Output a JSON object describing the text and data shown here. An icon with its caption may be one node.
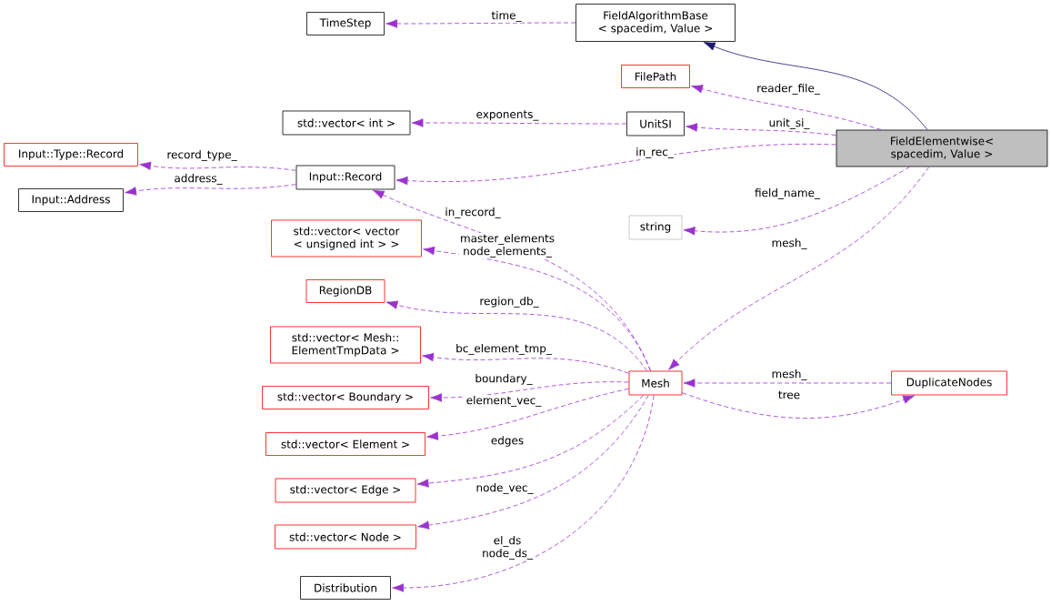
{
  "diagram": {
    "nodes": [
      {
        "text": [
          "FieldElementwise< spacedim, Value >"
        ]
      },
      {
        "text": [
          "FieldAlgorithmBase < spacedim, Value >"
        ]
      },
      {
        "text": [
          "TimeStep"
        ]
      },
      {
        "text": [
          "FilePath"
        ]
      },
      {
        "text": [
          "std::vector< int >"
        ]
      },
      {
        "text": [
          "UnitSI"
        ]
      },
      {
        "text": [
          "Input::Type::Record"
        ]
      },
      {
        "text": [
          "Input::Record"
        ]
      },
      {
        "text": [
          "Input::Address"
        ]
      },
      {
        "text": [
          "string"
        ]
      },
      {
        "text": [
          "std::vector< vector < unsigned int > >"
        ]
      },
      {
        "text": [
          "RegionDB"
        ]
      },
      {
        "text": [
          "std::vector< Mesh:: ElementTmpData >"
        ]
      },
      {
        "text": [
          "std::vector< Boundary >"
        ]
      },
      {
        "text": [
          "std::vector< Element >"
        ]
      },
      {
        "text": [
          "std::vector< Edge >"
        ]
      },
      {
        "text": [
          "std::vector< Node >"
        ]
      },
      {
        "text": [
          "Distribution"
        ]
      },
      {
        "text": [
          "Mesh"
        ]
      },
      {
        "text": [
          "DuplicateNodes"
        ]
      }
    ],
    "edges": [
      {
        "from": 0,
        "to": 1,
        "arrow": "to",
        "color": "#191970"
      },
      {
        "from": 1,
        "to": 2,
        "arrow": "to",
        "label": "time_",
        "style": "dashed"
      },
      {
        "from": 0,
        "to": 3,
        "arrow": "to",
        "label": "reader_file_",
        "style": "dashed"
      },
      {
        "from": 5,
        "to": 4,
        "arrow": "to",
        "label": "exponents_",
        "style": "dashed"
      },
      {
        "from": 0,
        "to": 5,
        "arrow": "to",
        "label": "unit_si_",
        "style": "dashed"
      },
      {
        "from": 7,
        "to": 6,
        "arrow": "to",
        "label": "record_type_",
        "style": "dashed"
      },
      {
        "from": 0,
        "to": 7,
        "arrow": "to",
        "label": "in_rec_",
        "style": "dashed"
      },
      {
        "from": 7,
        "to": 8,
        "arrow": "to",
        "label": "address_",
        "style": "dashed"
      },
      {
        "from": 18,
        "to": 7,
        "arrow": "to",
        "label": "in_record_",
        "style": "dashed"
      },
      {
        "from": 0,
        "to": 9,
        "arrow": "to",
        "label": "field_name_",
        "style": "dashed"
      },
      {
        "from": 18,
        "to": 10,
        "arrow": "to",
        "label": "master_elements node_elements_",
        "style": "dashed"
      },
      {
        "from": 18,
        "to": 11,
        "arrow": "to",
        "label": "region_db_",
        "style": "dashed"
      },
      {
        "from": 18,
        "to": 12,
        "arrow": "to",
        "label": "bc_element_tmp_",
        "style": "dashed"
      },
      {
        "from": 18,
        "to": 13,
        "arrow": "to",
        "label": "boundary_",
        "style": "dashed"
      },
      {
        "from": 18,
        "to": 14,
        "arrow": "to",
        "label": "element_vec_",
        "style": "dashed"
      },
      {
        "from": 18,
        "to": 15,
        "arrow": "to",
        "label": "edges",
        "style": "dashed"
      },
      {
        "from": 18,
        "to": 16,
        "arrow": "to",
        "label": "node_vec_",
        "style": "dashed"
      },
      {
        "from": 18,
        "to": 17,
        "arrow": "to",
        "label": "el_ds node_ds_",
        "style": "dashed"
      },
      {
        "from": 0,
        "to": 18,
        "arrow": "to",
        "label": "mesh_",
        "style": "dashed"
      },
      {
        "from": 19,
        "to": 18,
        "arrow": "to",
        "label": "mesh_",
        "style": "dashed"
      },
      {
        "from": 18,
        "to": 19,
        "arrow": "to",
        "label": "tree",
        "style": "dashed"
      }
    ]
  }
}
